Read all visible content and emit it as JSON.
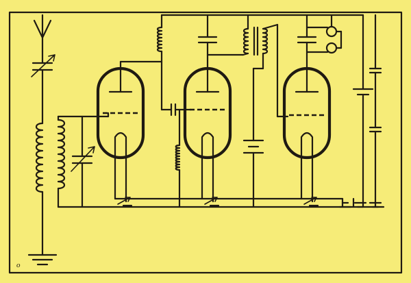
{
  "colors": {
    "paper": "#f6ec78",
    "ink": "#1f1a12"
  },
  "diagram": {
    "corner_label": "o",
    "components": [
      "antenna",
      "variable-capacitor",
      "coupling-transformer",
      "tuning-capacitor",
      "vacuum-tube-1",
      "vacuum-tube-2",
      "vacuum-tube-3",
      "inductor",
      "grid-leak-resistor",
      "interstage-transformer",
      "plate-bypass-capacitor",
      "headphones",
      "battery",
      "ground",
      "rheostat"
    ]
  }
}
